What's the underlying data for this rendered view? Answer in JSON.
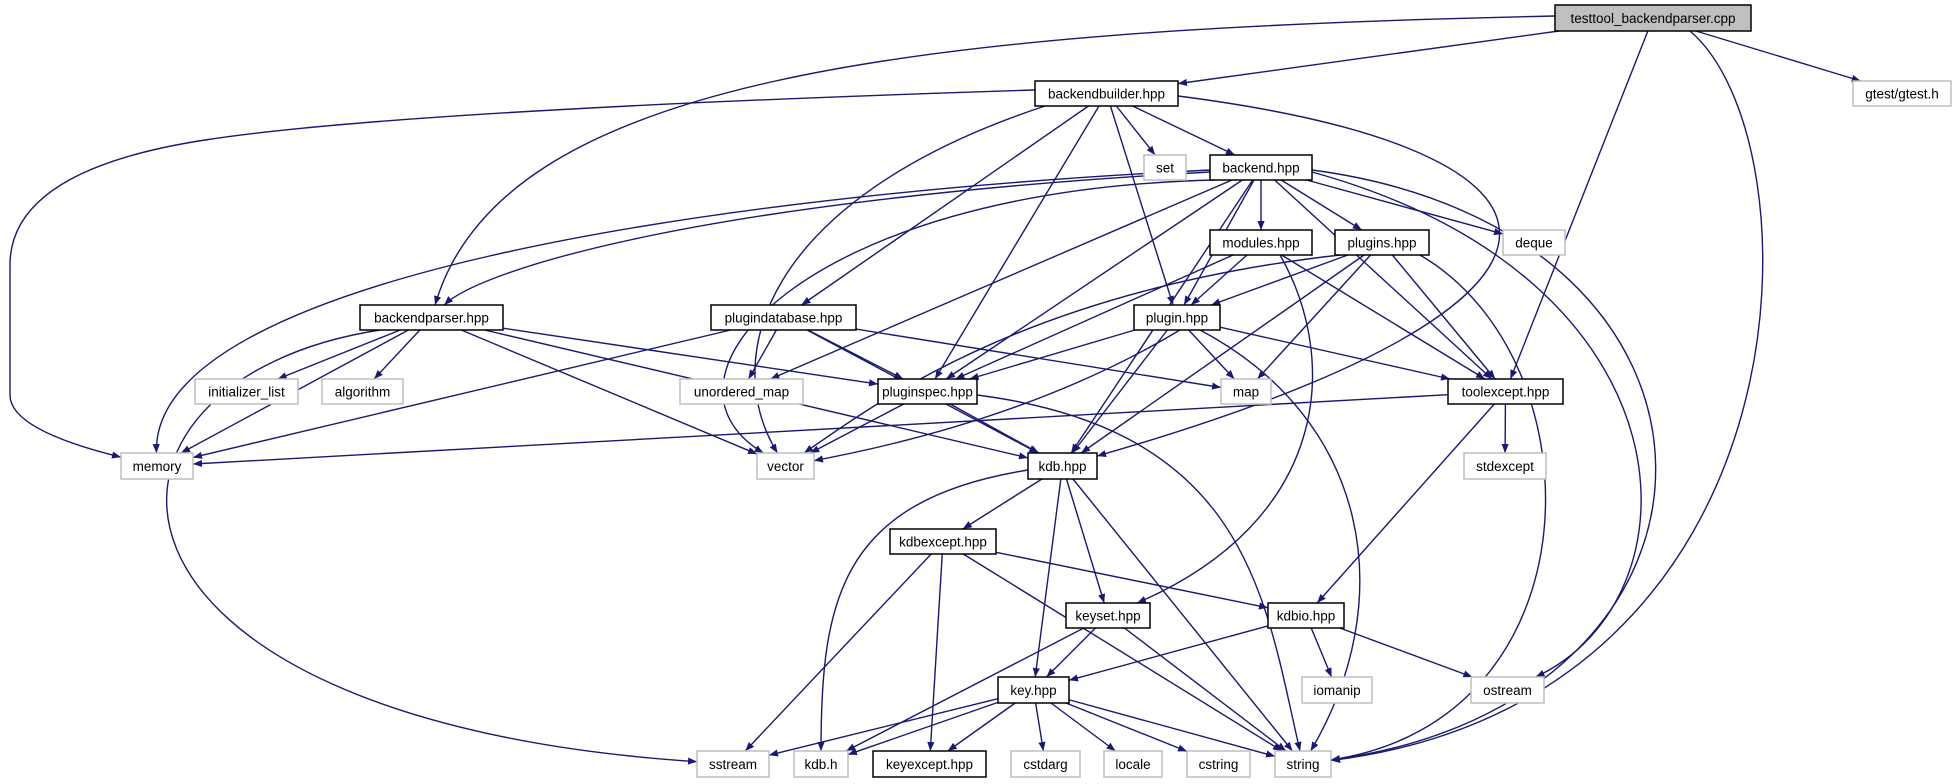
{
  "diagram": {
    "title": "testtool_backendparser.cpp include dependency graph",
    "edge_color": "#191970",
    "root_fill": "#bfbfbf",
    "documented_border": "#000000",
    "system_border": "#bfbfbf",
    "nodes": [
      {
        "id": "root",
        "label": "testtool_backendparser.cpp",
        "kind": "root"
      },
      {
        "id": "backendbuilder",
        "label": "backendbuilder.hpp",
        "kind": "doc"
      },
      {
        "id": "gtest",
        "label": "gtest/gtest.h",
        "kind": "sys"
      },
      {
        "id": "set",
        "label": "set",
        "kind": "sys"
      },
      {
        "id": "backend",
        "label": "backend.hpp",
        "kind": "doc"
      },
      {
        "id": "modules",
        "label": "modules.hpp",
        "kind": "doc"
      },
      {
        "id": "plugins",
        "label": "plugins.hpp",
        "kind": "doc"
      },
      {
        "id": "deque",
        "label": "deque",
        "kind": "sys"
      },
      {
        "id": "backendparser",
        "label": "backendparser.hpp",
        "kind": "doc"
      },
      {
        "id": "plugindatabase",
        "label": "plugindatabase.hpp",
        "kind": "doc"
      },
      {
        "id": "plugin",
        "label": "plugin.hpp",
        "kind": "doc"
      },
      {
        "id": "initializer_list",
        "label": "initializer_list",
        "kind": "sys"
      },
      {
        "id": "algorithm",
        "label": "algorithm",
        "kind": "sys"
      },
      {
        "id": "unordered_map",
        "label": "unordered_map",
        "kind": "sys"
      },
      {
        "id": "pluginspec",
        "label": "pluginspec.hpp",
        "kind": "doc"
      },
      {
        "id": "map",
        "label": "map",
        "kind": "sys"
      },
      {
        "id": "toolexcept",
        "label": "toolexcept.hpp",
        "kind": "doc"
      },
      {
        "id": "memory",
        "label": "memory",
        "kind": "sys"
      },
      {
        "id": "vector",
        "label": "vector",
        "kind": "sys"
      },
      {
        "id": "kdbhpp",
        "label": "kdb.hpp",
        "kind": "doc"
      },
      {
        "id": "stdexcept",
        "label": "stdexcept",
        "kind": "sys"
      },
      {
        "id": "kdbexcept",
        "label": "kdbexcept.hpp",
        "kind": "doc"
      },
      {
        "id": "keyset",
        "label": "keyset.hpp",
        "kind": "doc"
      },
      {
        "id": "kdbio",
        "label": "kdbio.hpp",
        "kind": "doc"
      },
      {
        "id": "key",
        "label": "key.hpp",
        "kind": "doc"
      },
      {
        "id": "iomanip",
        "label": "iomanip",
        "kind": "sys"
      },
      {
        "id": "ostream",
        "label": "ostream",
        "kind": "sys"
      },
      {
        "id": "sstream",
        "label": "sstream",
        "kind": "sys"
      },
      {
        "id": "kdbh",
        "label": "kdb.h",
        "kind": "sys"
      },
      {
        "id": "keyexcept",
        "label": "keyexcept.hpp",
        "kind": "doc"
      },
      {
        "id": "cstdarg",
        "label": "cstdarg",
        "kind": "sys"
      },
      {
        "id": "locale",
        "label": "locale",
        "kind": "sys"
      },
      {
        "id": "cstring",
        "label": "cstring",
        "kind": "sys"
      },
      {
        "id": "string",
        "label": "string",
        "kind": "sys"
      }
    ],
    "edges": [
      {
        "from": "root",
        "to": "backendbuilder"
      },
      {
        "from": "root",
        "to": "backendparser"
      },
      {
        "from": "root",
        "to": "gtest"
      },
      {
        "from": "root",
        "to": "toolexcept"
      },
      {
        "from": "root",
        "to": "string"
      },
      {
        "from": "backendbuilder",
        "to": "memory"
      },
      {
        "from": "backendbuilder",
        "to": "set"
      },
      {
        "from": "backendbuilder",
        "to": "backend"
      },
      {
        "from": "backendbuilder",
        "to": "plugindatabase"
      },
      {
        "from": "backendbuilder",
        "to": "pluginspec"
      },
      {
        "from": "backendbuilder",
        "to": "plugin"
      },
      {
        "from": "backendbuilder",
        "to": "vector"
      },
      {
        "from": "backendbuilder",
        "to": "kdbhpp"
      },
      {
        "from": "backend",
        "to": "backendparser"
      },
      {
        "from": "backend",
        "to": "memory"
      },
      {
        "from": "backend",
        "to": "modules"
      },
      {
        "from": "backend",
        "to": "plugins"
      },
      {
        "from": "backend",
        "to": "deque"
      },
      {
        "from": "backend",
        "to": "unordered_map"
      },
      {
        "from": "backend",
        "to": "pluginspec"
      },
      {
        "from": "backend",
        "to": "plugin"
      },
      {
        "from": "backend",
        "to": "vector"
      },
      {
        "from": "backend",
        "to": "kdbhpp"
      },
      {
        "from": "backend",
        "to": "toolexcept"
      },
      {
        "from": "backend",
        "to": "ostream"
      },
      {
        "from": "backend",
        "to": "string"
      },
      {
        "from": "modules",
        "to": "pluginspec"
      },
      {
        "from": "modules",
        "to": "plugin"
      },
      {
        "from": "modules",
        "to": "toolexcept"
      },
      {
        "from": "modules",
        "to": "keyset"
      },
      {
        "from": "plugins",
        "to": "plugin"
      },
      {
        "from": "plugins",
        "to": "map"
      },
      {
        "from": "plugins",
        "to": "vector"
      },
      {
        "from": "plugins",
        "to": "kdbhpp"
      },
      {
        "from": "plugins",
        "to": "toolexcept"
      },
      {
        "from": "plugins",
        "to": "string"
      },
      {
        "from": "backendparser",
        "to": "memory"
      },
      {
        "from": "backendparser",
        "to": "initializer_list"
      },
      {
        "from": "backendparser",
        "to": "algorithm"
      },
      {
        "from": "backendparser",
        "to": "pluginspec"
      },
      {
        "from": "backendparser",
        "to": "vector"
      },
      {
        "from": "backendparser",
        "to": "kdbhpp"
      },
      {
        "from": "backendparser",
        "to": "sstream"
      },
      {
        "from": "plugindatabase",
        "to": "memory"
      },
      {
        "from": "plugindatabase",
        "to": "unordered_map"
      },
      {
        "from": "plugindatabase",
        "to": "pluginspec"
      },
      {
        "from": "plugindatabase",
        "to": "map"
      },
      {
        "from": "plugindatabase",
        "to": "kdbhpp"
      },
      {
        "from": "plugin",
        "to": "pluginspec"
      },
      {
        "from": "plugin",
        "to": "map"
      },
      {
        "from": "plugin",
        "to": "toolexcept"
      },
      {
        "from": "plugin",
        "to": "vector"
      },
      {
        "from": "plugin",
        "to": "kdbhpp"
      },
      {
        "from": "plugin",
        "to": "string"
      },
      {
        "from": "pluginspec",
        "to": "vector"
      },
      {
        "from": "pluginspec",
        "to": "kdbhpp"
      },
      {
        "from": "pluginspec",
        "to": "string"
      },
      {
        "from": "toolexcept",
        "to": "memory"
      },
      {
        "from": "toolexcept",
        "to": "stdexcept"
      },
      {
        "from": "toolexcept",
        "to": "kdbio"
      },
      {
        "from": "kdbhpp",
        "to": "kdbexcept"
      },
      {
        "from": "kdbhpp",
        "to": "keyset"
      },
      {
        "from": "kdbhpp",
        "to": "key"
      },
      {
        "from": "kdbhpp",
        "to": "kdbh"
      },
      {
        "from": "kdbhpp",
        "to": "string"
      },
      {
        "from": "kdbexcept",
        "to": "kdbio"
      },
      {
        "from": "kdbexcept",
        "to": "keyexcept"
      },
      {
        "from": "kdbexcept",
        "to": "sstream"
      },
      {
        "from": "kdbexcept",
        "to": "string"
      },
      {
        "from": "keyset",
        "to": "key"
      },
      {
        "from": "keyset",
        "to": "kdbh"
      },
      {
        "from": "keyset",
        "to": "string"
      },
      {
        "from": "kdbio",
        "to": "key"
      },
      {
        "from": "kdbio",
        "to": "iomanip"
      },
      {
        "from": "kdbio",
        "to": "ostream"
      },
      {
        "from": "key",
        "to": "sstream"
      },
      {
        "from": "key",
        "to": "kdbh"
      },
      {
        "from": "key",
        "to": "keyexcept"
      },
      {
        "from": "key",
        "to": "cstdarg"
      },
      {
        "from": "key",
        "to": "locale"
      },
      {
        "from": "key",
        "to": "cstring"
      },
      {
        "from": "key",
        "to": "string"
      }
    ]
  }
}
